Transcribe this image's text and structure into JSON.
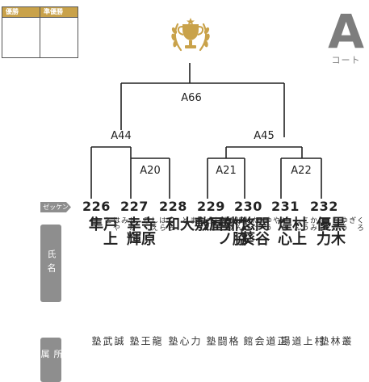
{
  "legend": {
    "winner": "優勝",
    "runner_up": "準優勝"
  },
  "court": {
    "letter": "A",
    "label": "コート"
  },
  "labels": {
    "zekken": "ゼッケン",
    "name": "氏名",
    "org": "所属"
  },
  "matches": {
    "final": "A66",
    "semi_left": "A44",
    "semi_right": "A45",
    "q_a20": "A20",
    "q_a21": "A21",
    "q_a22": "A22"
  },
  "players": [
    {
      "num": "226",
      "name": "戸上　隼",
      "furigana": "とがみ　はやと",
      "org": "誠武塾"
    },
    {
      "num": "227",
      "name": "寺原　幸輝",
      "furigana": "てらはら　しえる",
      "org": "龍王塾"
    },
    {
      "num": "228",
      "name": "外屋敷大和",
      "furigana": "ほかやしきやまと",
      "org": "力心塾"
    },
    {
      "num": "229",
      "name": "竹脇　善ノ介",
      "furigana": "たけわき　ぜんのすけ",
      "org": "格闘塾"
    },
    {
      "num": "230",
      "name": "関谷　悠葵",
      "furigana": "せきや　ゆうひ",
      "org": "正道会館"
    },
    {
      "num": "231",
      "name": "村上　煌心",
      "furigana": "むらかみ　こうしん",
      "org": "村上道場"
    },
    {
      "num": "232",
      "name": "黒木　優力",
      "furigana": "くろぎ　ゆうりき",
      "org": "叢林塾"
    }
  ]
}
